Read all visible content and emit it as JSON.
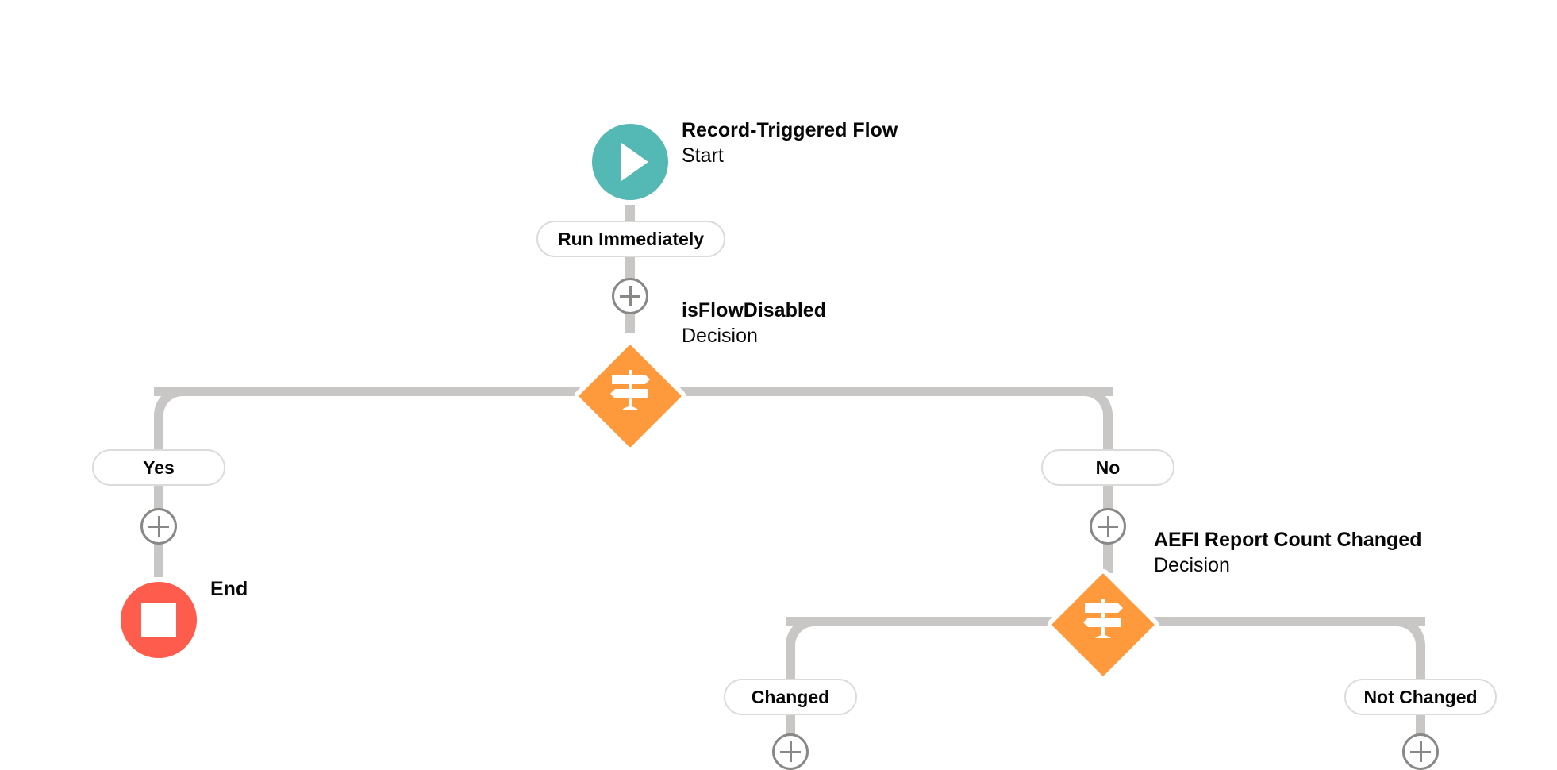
{
  "flow": {
    "start": {
      "title": "Record-Triggered Flow",
      "type": "Start",
      "icon": "play-icon",
      "color": "#54b8b5"
    },
    "run_path": {
      "label": "Run Immediately"
    },
    "decision_1": {
      "title": "isFlowDisabled",
      "type": "Decision",
      "icon": "signpost-icon",
      "color": "#ff9a3c",
      "outcomes": {
        "yes": "Yes",
        "no": "No"
      }
    },
    "end": {
      "title": "End",
      "icon": "stop-icon",
      "color": "#fe5c4c"
    },
    "decision_2": {
      "title": "AEFI Report Count Changed",
      "type": "Decision",
      "icon": "signpost-icon",
      "color": "#ff9a3c",
      "outcomes": {
        "changed": "Changed",
        "not_changed": "Not Changed"
      }
    }
  }
}
